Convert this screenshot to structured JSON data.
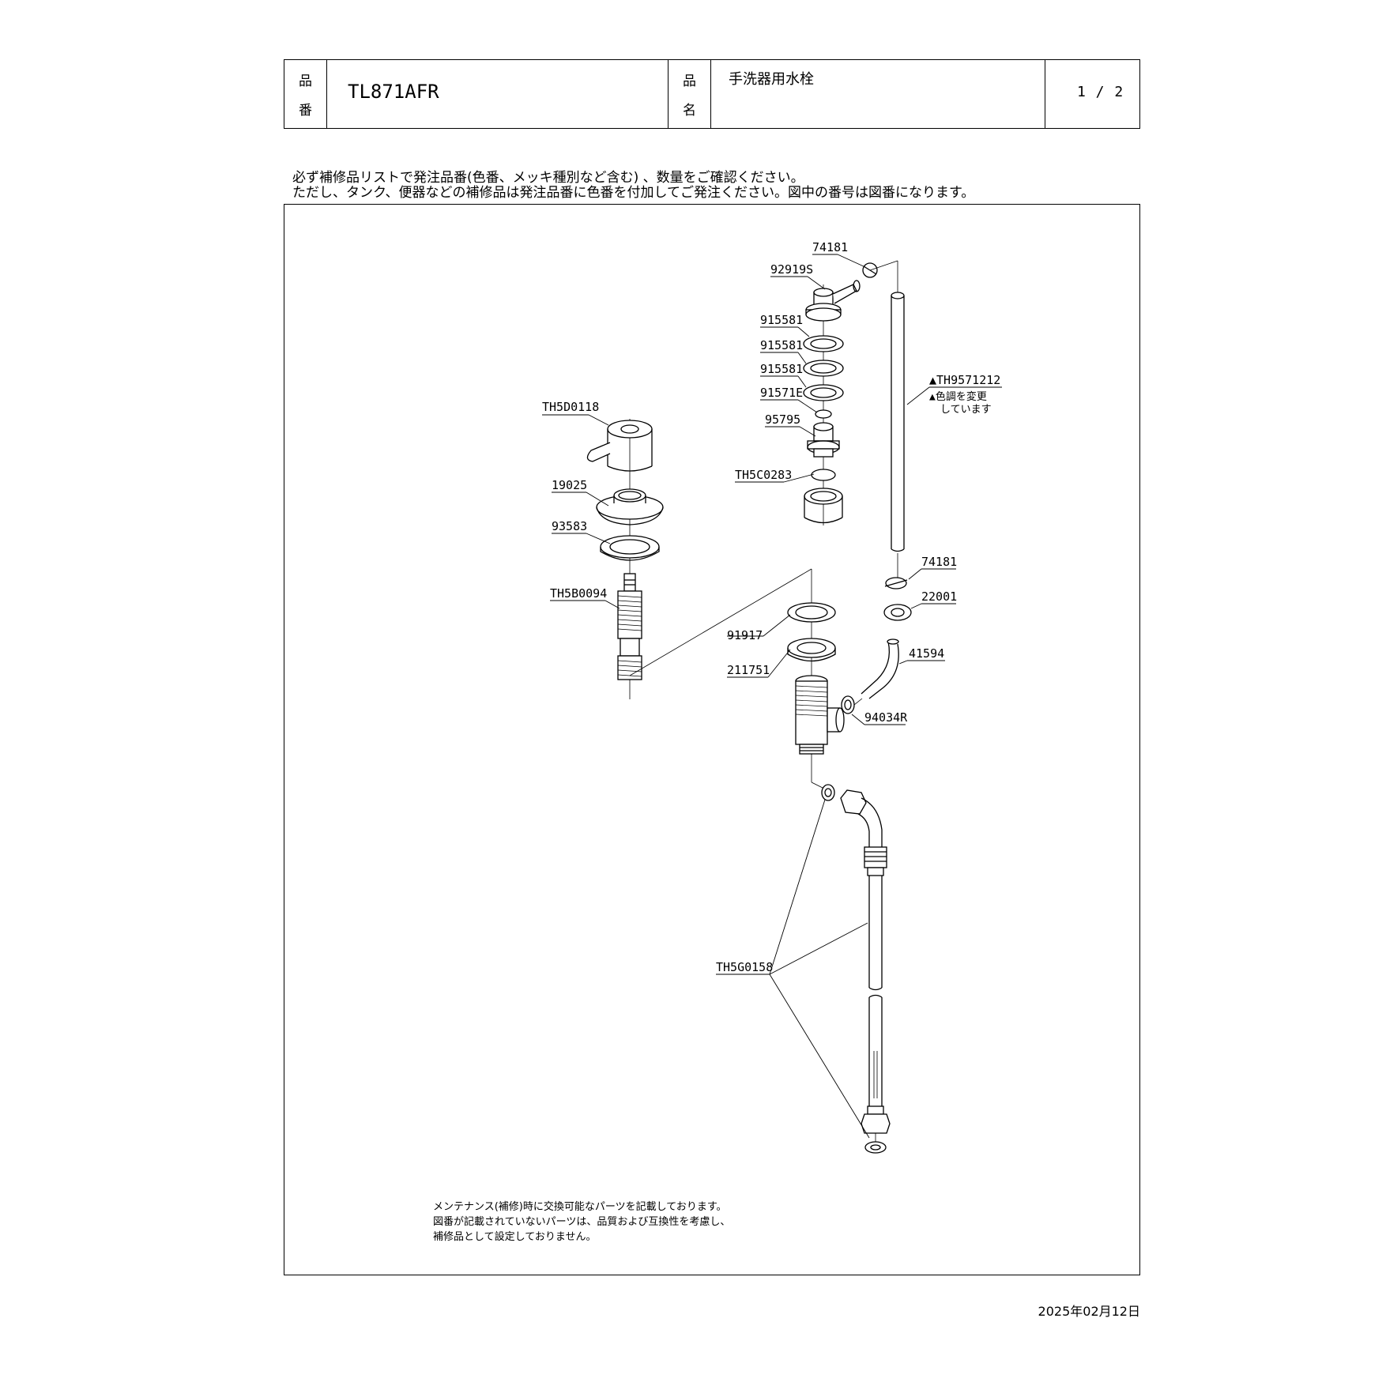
{
  "header": {
    "label_hin": "品",
    "label_ban": "番",
    "product_code": "TL871AFR",
    "label_hin2": "品",
    "label_mei": "名",
    "product_name": "手洗器用水栓",
    "page": "1 / 2"
  },
  "notice": {
    "line1": "必ず補修品リストで発注品番(色番、メッキ種別など含む) 、数量をご確認ください。",
    "line2": "ただし、タンク、便器などの補修品は発注品番に色番を付加してご発注ください。図中の番号は図番になります。"
  },
  "parts": {
    "p74181_top": "74181",
    "p92919S": "92919S",
    "p915581_a": "915581",
    "p915581_b": "915581",
    "p915581_c": "915581",
    "p91571E": "91571E",
    "p95795": "95795",
    "pTH5C0283": "TH5C0283",
    "pTH9571212": "▲TH9571212",
    "color_note1": "▲色調を変更",
    "color_note2": "しています",
    "pTH5D0118": "TH5D0118",
    "p19025": "19025",
    "p93583": "93583",
    "pTH5B0094": "TH5B0094",
    "p74181_bot": "74181",
    "p22001": "22001",
    "p91917": "91917",
    "p211751": "211751",
    "p41594": "41594",
    "p94034R": "94034R",
    "pTH5G0158": "TH5G0158"
  },
  "maintenance": {
    "line1": "メンテナンス(補修)時に交換可能なパーツを記載しております。",
    "line2": "図番が記載されていないパーツは、品質および互換性を考慮し、",
    "line3": "補修品として設定しておりません。"
  },
  "date": "2025年02月12日"
}
